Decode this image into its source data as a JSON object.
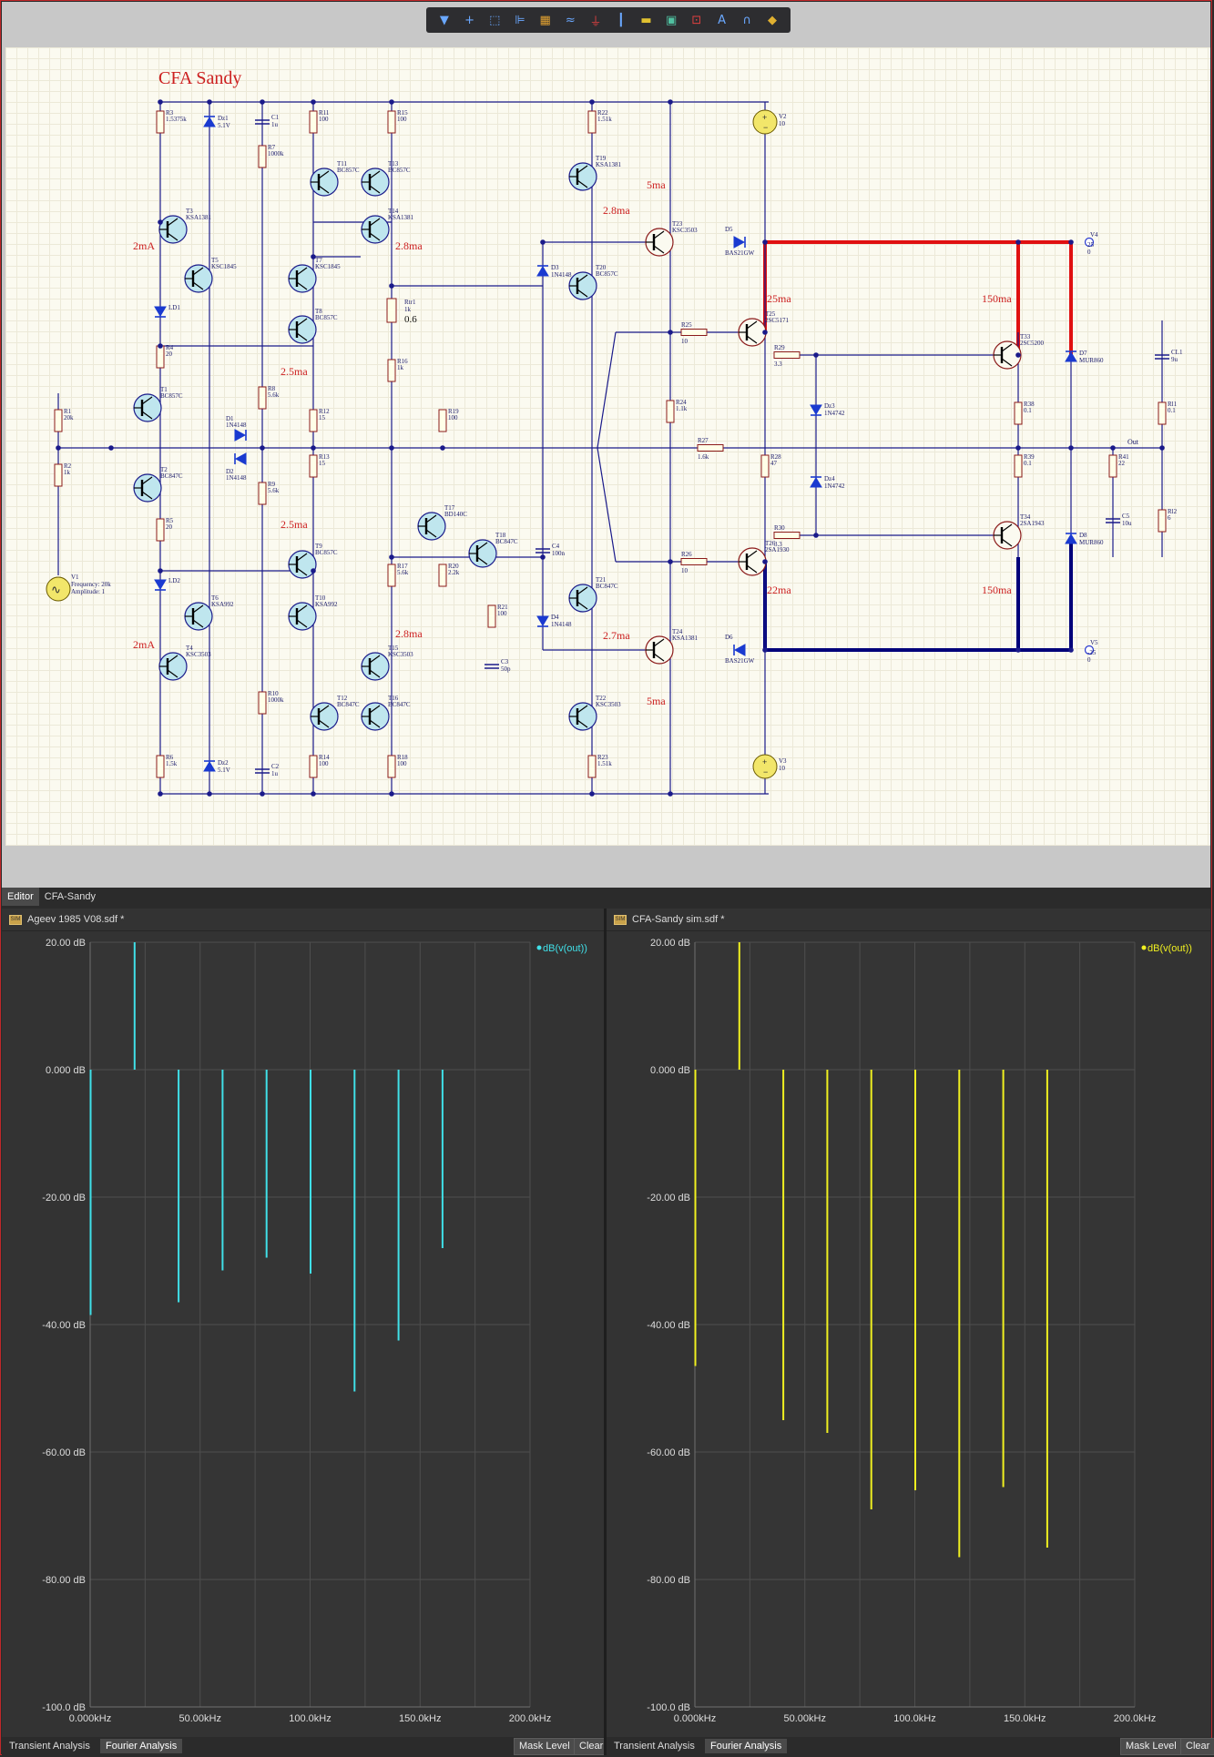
{
  "toolbar": {
    "icons": [
      "filter-icon",
      "plus-icon",
      "select-rect-icon",
      "align-icon",
      "component-icon",
      "wire-icon",
      "ground-icon",
      "bus-icon",
      "net-label-icon",
      "part-icon",
      "port-icon",
      "text-icon",
      "arc-icon",
      "probe-icon"
    ],
    "accent": "#6aa8ff"
  },
  "schematic": {
    "title": "CFA Sandy",
    "annotations": [
      "2mA",
      "2.8ma",
      "2.5ma",
      "2.5ma",
      "2.8ma",
      "2mA",
      "5ma",
      "2.8ma",
      "25ma",
      "150ma",
      "22ma",
      "150ma",
      "2.7ma",
      "5ma"
    ],
    "components": {
      "R3": "R3",
      "R3v": "1.5375k",
      "Dz1": "Dz1",
      "Dz1v": "5.1V",
      "C1": "C1",
      "C1v": "1u",
      "R7": "R7",
      "R7v": "1000k",
      "R11": "R11",
      "R11v": "100",
      "T11": "T11",
      "T11v": "BC857C",
      "R15": "R15",
      "R15v": "100",
      "T13": "T13",
      "T13v": "BC857C",
      "R22": "R22",
      "R22v": "1.51k",
      "T19": "T19",
      "T19v": "KSA1381",
      "V2": "V2",
      "V2v": "10",
      "T3": "T3",
      "T3v": "KSA1381",
      "T14": "T14",
      "T14v": "KSA1381",
      "T23": "T23",
      "T23v": "KSC3503",
      "D5": "D5",
      "D5v": "BAS21GW",
      "V4": "V4",
      "V4a": "25",
      "V4b": "0",
      "T5": "T5",
      "T5v": "KSC1845",
      "T7": "T7",
      "T7v": "KSC1845",
      "D3": "D3",
      "D3v": "1N4148",
      "T20": "T20",
      "T20v": "BC857C",
      "LD1": "LD1",
      "T8": "T8",
      "T8v": "BC857C",
      "Rtr1": "Rtr1",
      "Rtr1v": "1k",
      "Rtr1w": "0.6",
      "T25": "T25",
      "T25v": "2SC5171",
      "T33": "T33",
      "T33v": "2SC5200",
      "R25": "R25",
      "R25v": "10",
      "R29": "R29",
      "R29v": "3.3",
      "D7": "D7",
      "D7v": "MUR860",
      "CL1": "CL1",
      "CL1v": "9u",
      "R4": "R4",
      "R4v": "20",
      "R16": "R16",
      "R16v": "1k",
      "T1": "T1",
      "T1v": "BC857C",
      "R8": "R8",
      "R8v": "5.6k",
      "Dz3": "Dz3",
      "Dz3v": "1N4742",
      "R1": "R1",
      "R1v": "20k",
      "R12": "R12",
      "R12v": "15",
      "R19": "R19",
      "R19v": "100",
      "R24": "R24",
      "R24v": "1.1k",
      "R38": "R38",
      "R38v": "0.1",
      "Rl1": "Rl1",
      "Rl1v": "0.1",
      "D1": "D1",
      "D1v": "1N4148",
      "R27": "R27",
      "R27v": "1.6k",
      "Out": "Out",
      "R2": "R2",
      "R2v": "1k",
      "D2": "D2",
      "D2v": "1N4148",
      "R13": "R13",
      "R13v": "15",
      "R28": "R28",
      "R28v": "47",
      "R39": "R39",
      "R39v": "0.1",
      "R41": "R41",
      "R41v": "22",
      "Rl2": "Rl2",
      "Rl2v": "6",
      "T2": "T2",
      "T2v": "BC847C",
      "R9": "R9",
      "R9v": "5.6k",
      "Dz4": "Dz4",
      "Dz4v": "1N4742",
      "C5": "C5",
      "C5v": "10u",
      "R5": "R5",
      "R5v": "20",
      "T17": "T17",
      "T17v": "BD140C",
      "T18": "T18",
      "T18v": "BC847C",
      "R30": "R30",
      "R30v": "3.3",
      "D8": "D8",
      "D8v": "MUR860",
      "T9": "T9",
      "T9v": "BC857C",
      "C4": "C4",
      "C4v": "100n",
      "R26": "R26",
      "R26v": "10",
      "T26": "T26",
      "T26v": "2SA1930",
      "T34": "T34",
      "T34v": "2SA1943",
      "V1": "V1",
      "V1a": "Frequency: 20k",
      "V1b": "Amplitude: 1",
      "R17": "R17",
      "R17v": "5.6k",
      "R20": "R20",
      "R20v": "2.2k",
      "T21": "T21",
      "T21v": "BC847C",
      "LD2": "LD2",
      "T6": "T6",
      "T6v": "KSA992",
      "T10": "T10",
      "T10v": "KSA992",
      "D4": "D4",
      "D4v": "1N4148",
      "R21": "R21",
      "R21v": "100",
      "T4": "T4",
      "T4v": "KSC3503",
      "T15": "T15",
      "T15v": "KSC3503",
      "T24": "T24",
      "T24v": "KSA1381",
      "D6": "D6",
      "D6v": "BAS21GW",
      "V5": "V5",
      "V5a": "-25",
      "V5b": "0",
      "C3": "C3",
      "C3v": "50p",
      "R10": "R10",
      "R10v": "1000k",
      "T22": "T22",
      "T22v": "KSC3503",
      "T12": "T12",
      "T12v": "BC847C",
      "T16": "T16",
      "T16v": "BC847C",
      "Dz2": "Dz2",
      "Dz2v": "5.1V",
      "R6": "R6",
      "R6v": "1.5k",
      "C2": "C2",
      "C2v": "1u",
      "R14": "R14",
      "R14v": "100",
      "R18": "R18",
      "R18v": "100",
      "R23": "R23",
      "R23v": "1.51k",
      "V3": "V3",
      "V3v": "10"
    },
    "colors": {
      "wire": "#1a1a8a",
      "component": "#8b1a1a",
      "highlight_pos": "#e01010",
      "highlight_neg": "#00007a",
      "text_red": "#cc2020",
      "transistor_fill": "#bfe6ee"
    }
  },
  "tabs": {
    "editor": "Editor",
    "cfa": "CFA-Sandy"
  },
  "panels": [
    {
      "title": "Ageev 1985 V08.sdf *",
      "legend": "dB(v(out))",
      "color": "#40e0e8",
      "bottom_tabs": [
        "Transient Analysis",
        "Fourier Analysis"
      ],
      "buttons": [
        "Mask Level",
        "Clear"
      ]
    },
    {
      "title": "CFA-Sandy sim.sdf *",
      "legend": "dB(v(out))",
      "color": "#f0f020",
      "bottom_tabs": [
        "Transient Analysis",
        "Fourier Analysis"
      ],
      "buttons": [
        "Mask Level",
        "Clear"
      ]
    }
  ],
  "chart_data": [
    {
      "type": "bar",
      "title": "",
      "xlabel": "",
      "ylabel": "",
      "series": [
        {
          "name": "dB(v(out))",
          "x": [
            0,
            20,
            40,
            60,
            80,
            100,
            120,
            140,
            160
          ],
          "values": [
            -38.5,
            20.0,
            -36.5,
            -31.5,
            -29.5,
            -32.0,
            -50.5,
            -42.5,
            -28.0
          ]
        }
      ],
      "xlim": [
        0,
        200
      ],
      "ylim": [
        -100,
        20
      ],
      "xticks": [
        "0.000kHz",
        "50.00kHz",
        "100.0kHz",
        "150.0kHz",
        "200.0kHz"
      ],
      "yticks": [
        "20.00 dB",
        "0.000 dB",
        "-20.00 dB",
        "-40.00 dB",
        "-60.00 dB",
        "-80.00 dB",
        "-100.0 dB"
      ],
      "grid": true,
      "legend": "top-right"
    },
    {
      "type": "bar",
      "title": "",
      "xlabel": "",
      "ylabel": "",
      "series": [
        {
          "name": "dB(v(out))",
          "x": [
            0,
            20,
            40,
            60,
            80,
            100,
            120,
            140,
            160
          ],
          "values": [
            -46.5,
            20.0,
            -55.0,
            -57.0,
            -69.0,
            -66.0,
            -76.5,
            -65.5,
            -75.0
          ]
        }
      ],
      "xlim": [
        0,
        200
      ],
      "ylim": [
        -100,
        20
      ],
      "xticks": [
        "0.000kHz",
        "50.00kHz",
        "100.0kHz",
        "150.0kHz",
        "200.0kHz"
      ],
      "yticks": [
        "20.00 dB",
        "0.000 dB",
        "-20.00 dB",
        "-40.00 dB",
        "-60.00 dB",
        "-80.00 dB",
        "-100.0 dB"
      ],
      "grid": true,
      "legend": "top-right"
    }
  ]
}
